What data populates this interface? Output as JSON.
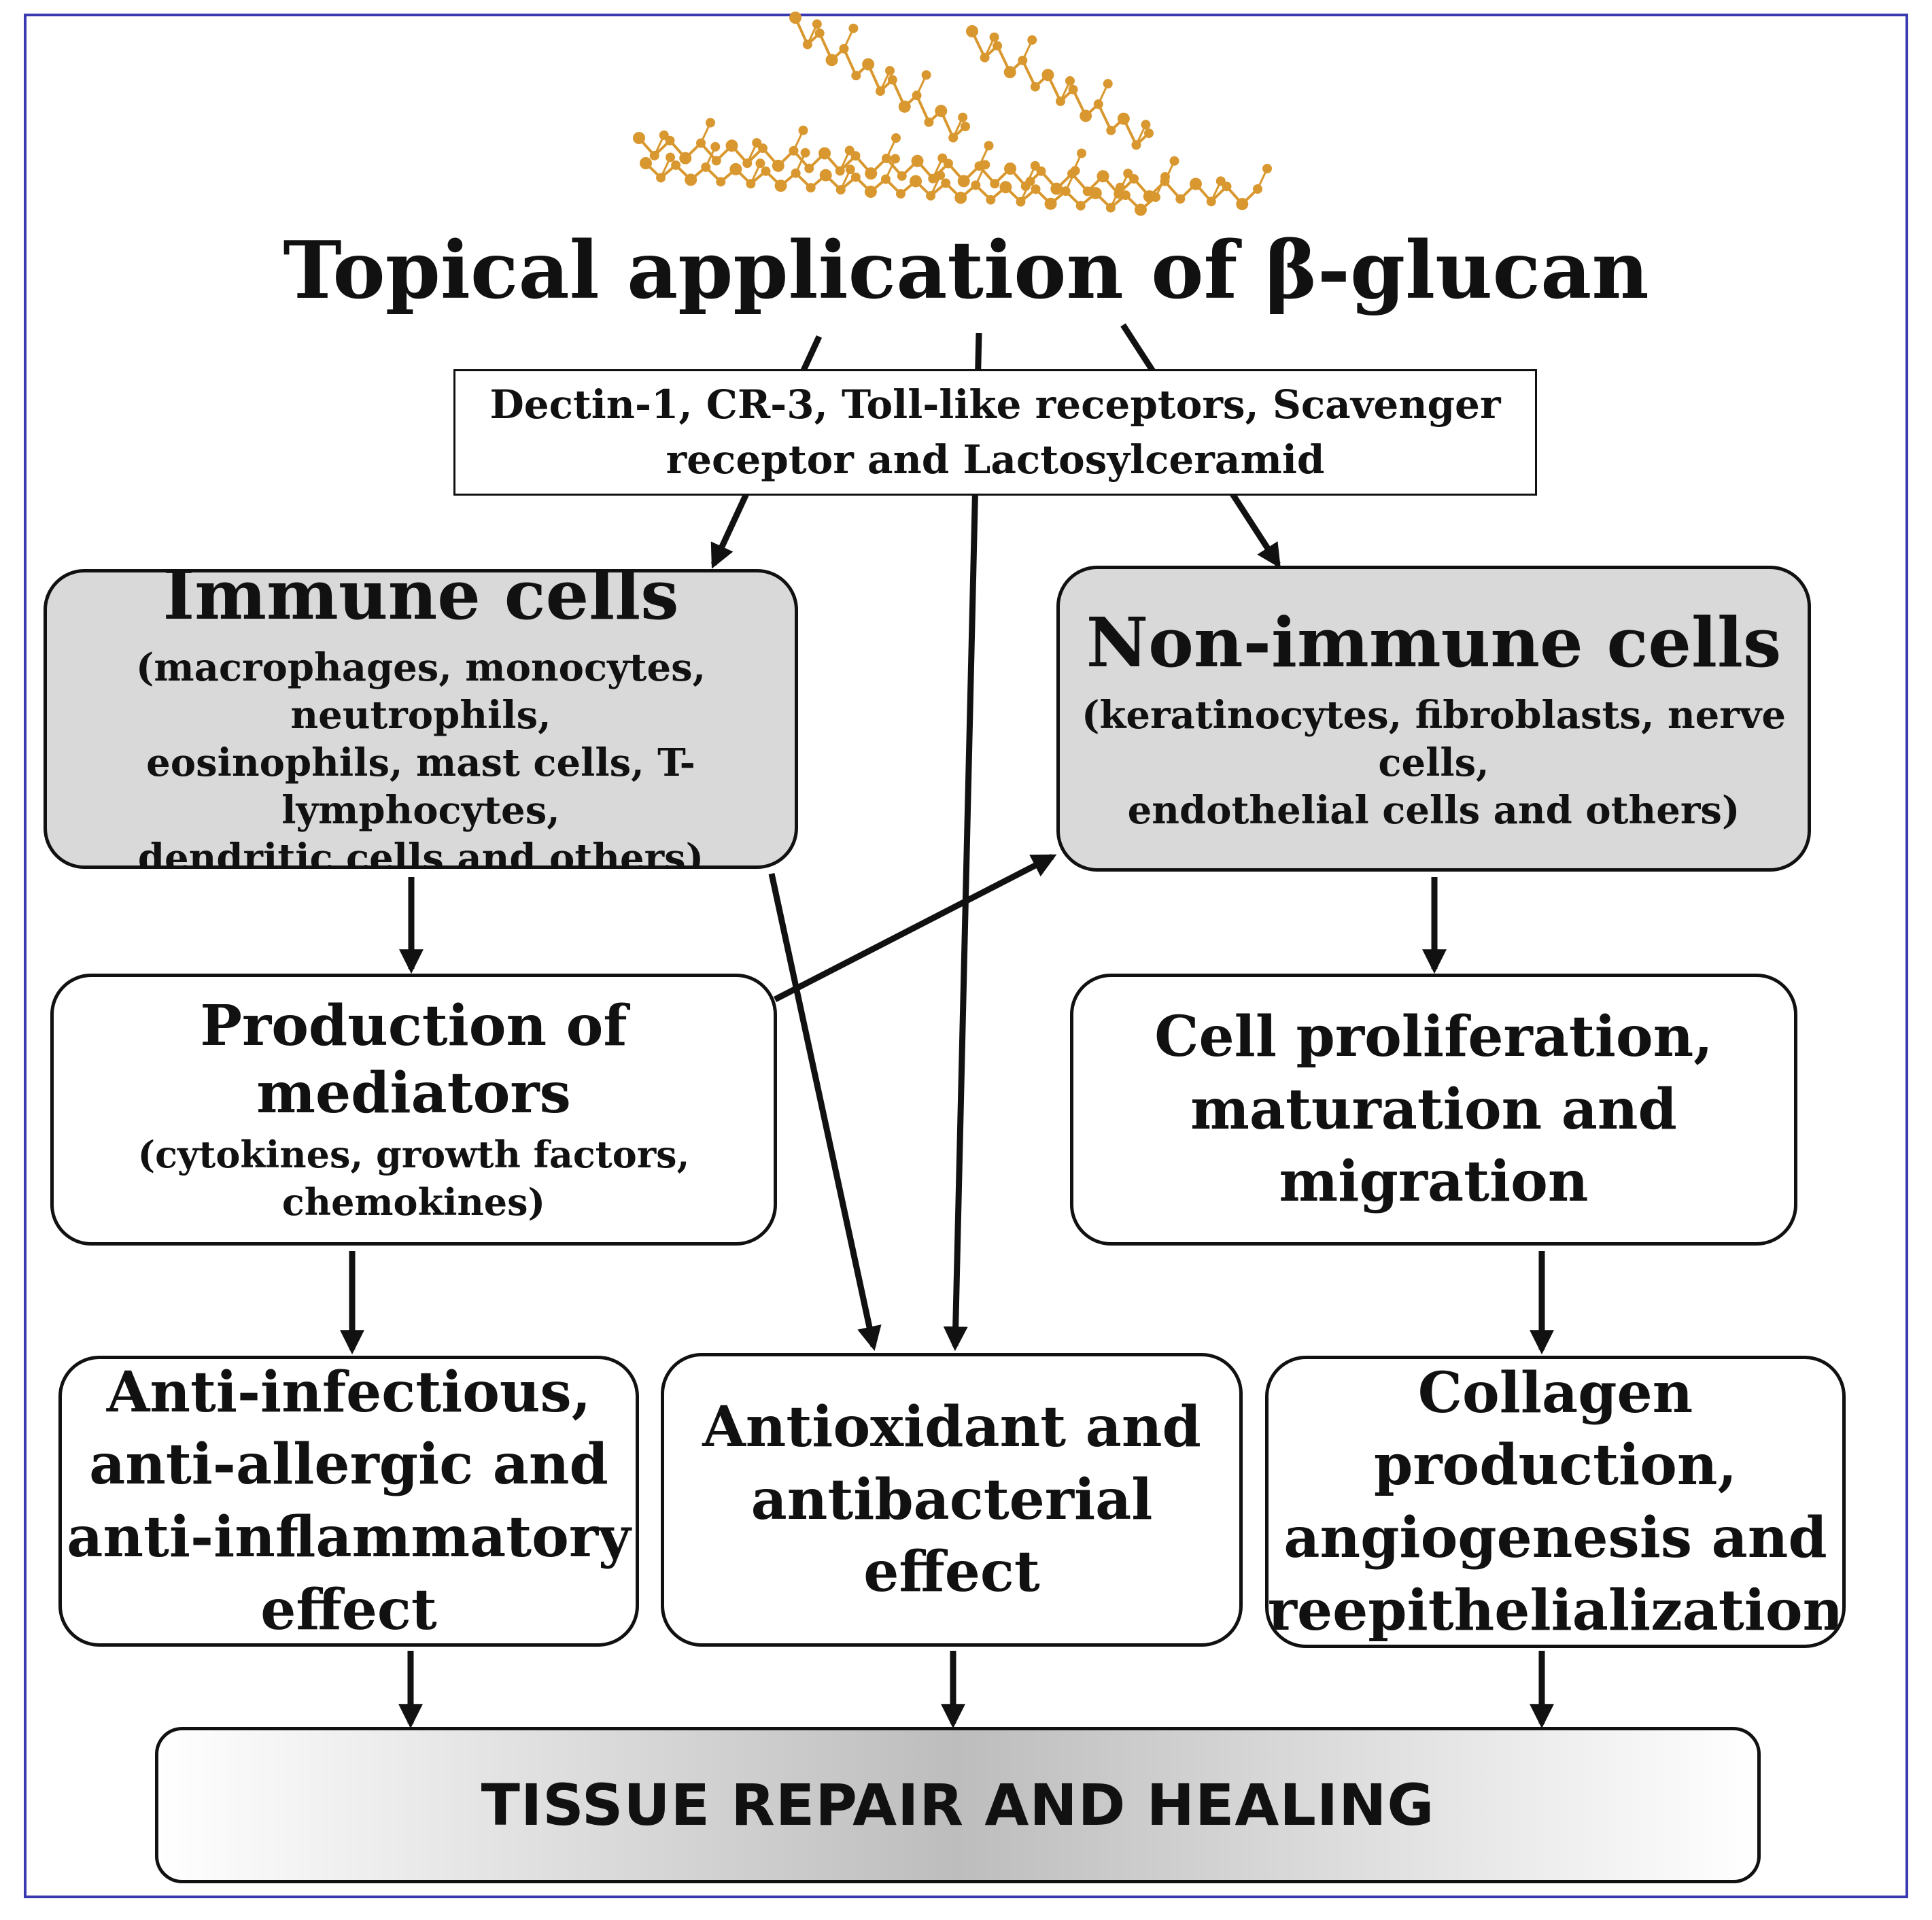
{
  "title": "Topical application of β-glucan",
  "receptors": {
    "line1": "Dectin-1, CR-3, Toll-like receptors, Scavenger",
    "line2": "receptor and  Lactosylceramid"
  },
  "immune_cells": {
    "heading": "Immune cells",
    "detail_lines": [
      "(macrophages, monocytes, neutrophils,",
      "eosinophils, mast cells, T-lymphocytes,",
      "dendritic cells and others)"
    ]
  },
  "non_immune_cells": {
    "heading": "Non-immune cells",
    "detail_lines": [
      "(keratinocytes, fibroblasts, nerve cells,",
      "endothelial cells and others)"
    ]
  },
  "mediators": {
    "heading": "Production of mediators",
    "detail": "(cytokines, growth factors, chemokines)"
  },
  "proliferation": {
    "lines": [
      "Cell proliferation,",
      "maturation and migration"
    ]
  },
  "anti_infectious": {
    "lines": [
      "Anti-infectious,",
      "anti-allergic and",
      "anti-inflammatory",
      "effect"
    ]
  },
  "antioxidant": {
    "lines": [
      "Antioxidant and",
      "antibacterial",
      "effect"
    ]
  },
  "collagen": {
    "lines": [
      "Collagen production,",
      "angiogenesis and",
      "reepithelialization"
    ]
  },
  "outcome": "TISSUE REPAIR AND HEALING",
  "colors": {
    "molecule": "#d9982f",
    "node_fill_grey": "#d9d9d9",
    "frame": "#3a3ab0"
  },
  "icons": [
    "beta-glucan-molecule-icon"
  ]
}
